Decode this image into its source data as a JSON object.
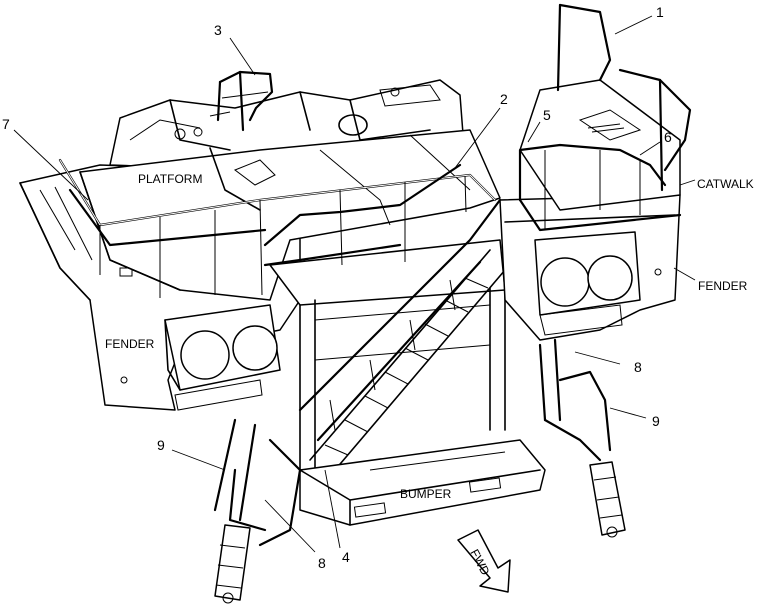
{
  "labels": {
    "platform": "PLATFORM",
    "catwalk": "CATWALK",
    "fender_left": "FENDER",
    "fender_right": "FENDER",
    "bumper": "BUMPER",
    "fwd": "FWD"
  },
  "callouts": {
    "c1": "1",
    "c2": "2",
    "c3": "3",
    "c4": "4",
    "c5": "5",
    "c6": "6",
    "c7": "7",
    "c8a": "8",
    "c8b": "8",
    "c9a": "9",
    "c9b": "9"
  }
}
